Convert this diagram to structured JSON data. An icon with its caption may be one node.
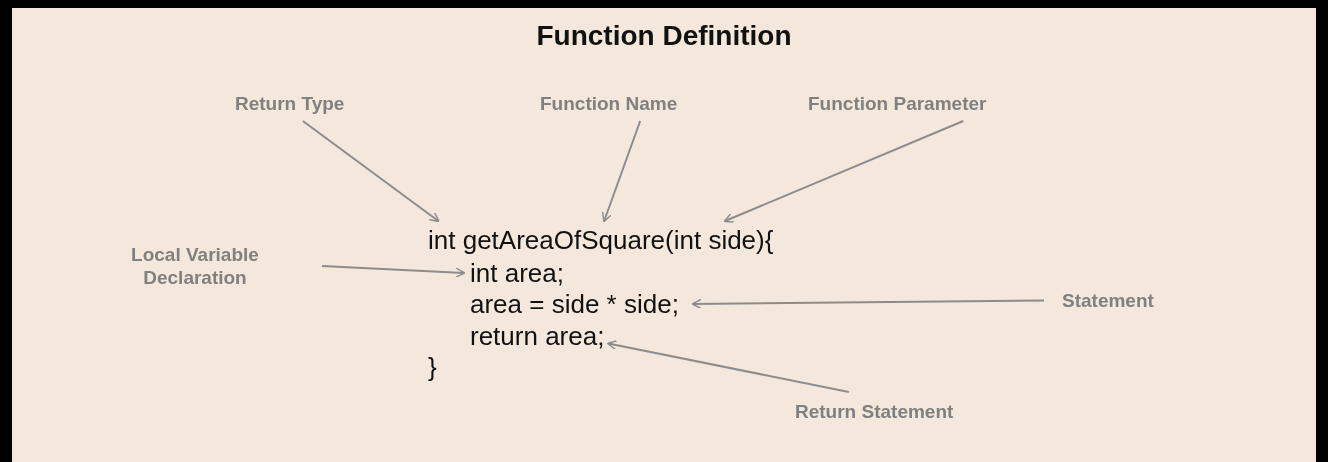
{
  "diagram": {
    "title": "Function Definition",
    "nodes": [
      {
        "text": [
          "Return Type"
        ]
      },
      {
        "text": [
          "Function Name"
        ]
      },
      {
        "text": [
          "Function Parameter"
        ]
      },
      {
        "text": [
          "Local Variable Declaration"
        ]
      },
      {
        "text": [
          "Statement"
        ]
      },
      {
        "text": [
          "Return Statement"
        ]
      },
      {
        "text": [
          "int getAreaOfSquare(int side){"
        ]
      },
      {
        "text": [
          "int area;"
        ]
      },
      {
        "text": [
          "area = side * side;"
        ]
      },
      {
        "text": [
          "return area;"
        ]
      }
    ],
    "edges": [
      {
        "from": 0,
        "to": 6,
        "arrow": "to"
      },
      {
        "from": 1,
        "to": 6,
        "arrow": "to"
      },
      {
        "from": 2,
        "to": 6,
        "arrow": "to"
      },
      {
        "from": 3,
        "to": 7,
        "arrow": "to"
      },
      {
        "from": 4,
        "to": 8,
        "arrow": "to"
      },
      {
        "from": 5,
        "to": 9,
        "arrow": "to"
      }
    ],
    "labels": [
      "}"
    ]
  }
}
